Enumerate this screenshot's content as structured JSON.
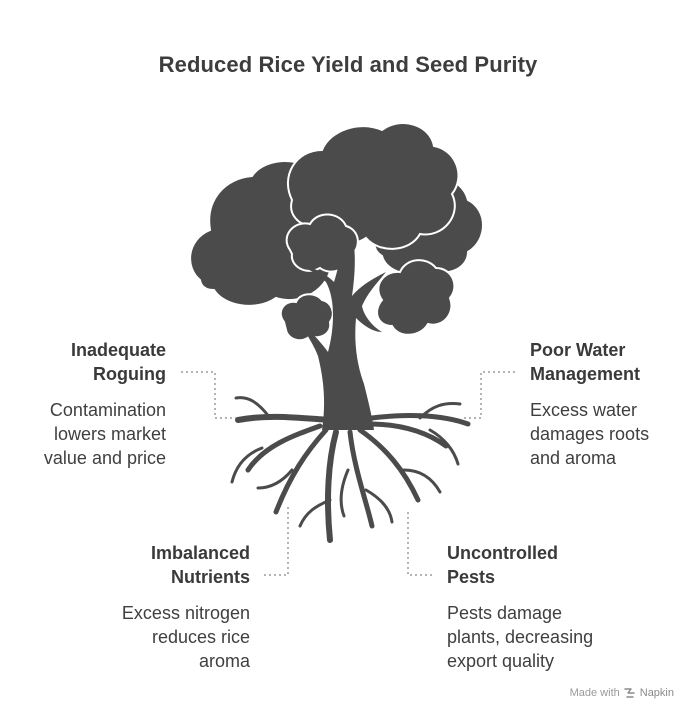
{
  "title": "Reduced Rice Yield and Seed Purity",
  "factors": {
    "roguing": {
      "head": [
        "Inadequate",
        "Roguing"
      ],
      "desc": [
        "Contamination",
        "lowers market",
        "value and price"
      ]
    },
    "water": {
      "head": [
        "Poor Water",
        "Management"
      ],
      "desc": [
        "Excess water",
        "damages roots",
        "and aroma"
      ]
    },
    "nutrients": {
      "head": [
        "Imbalanced",
        "Nutrients"
      ],
      "desc": [
        "Excess nitrogen",
        "reduces rice",
        "aroma"
      ]
    },
    "pests": {
      "head": [
        "Uncontrolled",
        "Pests"
      ],
      "desc": [
        "Pests damage",
        "plants, decreasing",
        "export quality"
      ]
    }
  },
  "footer": {
    "made_with": "Made with",
    "brand": "Napkin"
  },
  "colors": {
    "tree": "#4b4b4b",
    "connector": "#9b9b9b",
    "text": "#3a3a3a"
  },
  "icons": {
    "tree": "tree-illustration",
    "napkin": "napkin-logo-icon"
  }
}
